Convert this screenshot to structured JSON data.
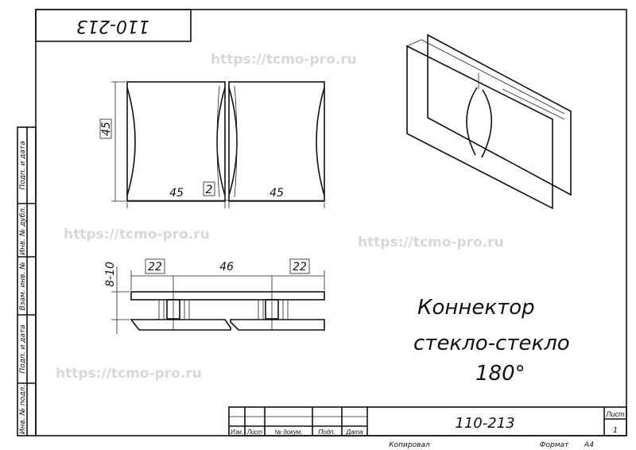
{
  "drawing": {
    "number": "110-213",
    "stamp_number": "110-213",
    "title_lines": [
      "Коннектор",
      "стекло-стекло",
      "180°"
    ],
    "watermark": "https://tcmo-pro.ru",
    "dimensions": {
      "height": "45",
      "width_left": "45",
      "gap": "2",
      "width_right": "45",
      "thickness": "8-10",
      "offset_left": "22",
      "center": "46",
      "offset_right": "22"
    }
  },
  "side_strip": [
    "Подп. и дата",
    "Инв. № дубл.",
    "Взам. инв. №",
    "Подп. и дата",
    "Инв. № подл."
  ],
  "title_block": {
    "headers": [
      "Изм.",
      "Лист",
      "№ докум.",
      "Подп.",
      "Дата"
    ],
    "sheet_label": "Лист",
    "sheet_number": "1",
    "copied_label": "Копировал",
    "format_label": "Формат",
    "format_value": "А4"
  }
}
